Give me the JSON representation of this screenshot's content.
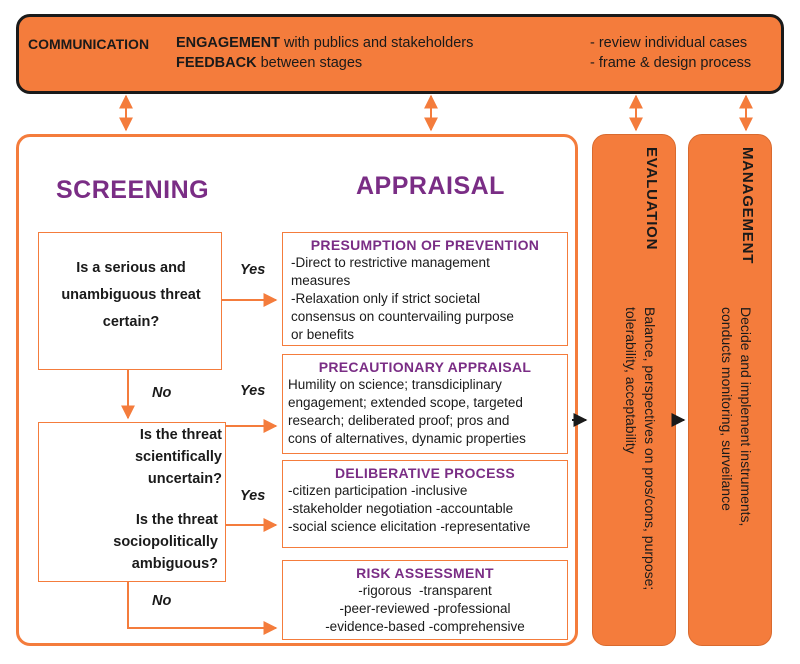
{
  "communication": {
    "title": "COMMUNICATION",
    "engagement_bold": "ENGAGEMENT",
    "engagement_rest": " with publics and stakeholders",
    "feedback_bold": "FEEDBACK",
    "feedback_rest": " between stages",
    "right_line1": "- review individual cases",
    "right_line2": "- frame & design process"
  },
  "screening": {
    "title": "SCREENING",
    "question1": [
      "Is a serious and",
      "unambiguous threat",
      "certain?"
    ],
    "question2": [
      "Is the threat",
      "scientifically",
      "uncertain?"
    ],
    "question3": [
      "Is the threat",
      "sociopolitically",
      "ambiguous?"
    ],
    "yes1": "Yes",
    "no1": "No",
    "yes2": "Yes",
    "yes3": "Yes",
    "no2": "No"
  },
  "appraisal": {
    "title": "APPRAISAL",
    "boxes": [
      {
        "title": "PRESUMPTION OF PREVENTION",
        "lines": [
          "-Direct to restrictive management",
          "measures",
          "-Relaxation only if strict societal",
          "consensus on countervailing purpose",
          "or benefits"
        ]
      },
      {
        "title": "PRECAUTIONARY APPRAISAL",
        "lines": [
          "Humility on science; transdiciplinary",
          "engagement; extended scope, targeted",
          "research; deliberated proof; pros and",
          "cons of alternatives, dynamic properties"
        ]
      },
      {
        "title": "DELIBERATIVE PROCESS",
        "lines": [
          "-citizen participation -inclusive",
          "-stakeholder negotiation -accountable",
          "-social science elicitation -representative"
        ]
      },
      {
        "title": "RISK ASSESSMENT",
        "lines": [
          "-rigorous  -transparent",
          "-peer-reviewed -professional",
          "-evidence-based -comprehensive"
        ]
      }
    ]
  },
  "evaluation": {
    "title": "EVALUATION",
    "line1": "Balance, perspectives on pros/cons, purpose;",
    "line2": "tolerability, acceptability"
  },
  "management": {
    "title": "MANAGEMENT",
    "line1": "Decide and implement instruments,",
    "line2": "conducts monitoring, surveilance"
  },
  "colors": {
    "orange": "#f47c3c",
    "purple": "#7a2d85",
    "dark": "#1a1a1a"
  }
}
